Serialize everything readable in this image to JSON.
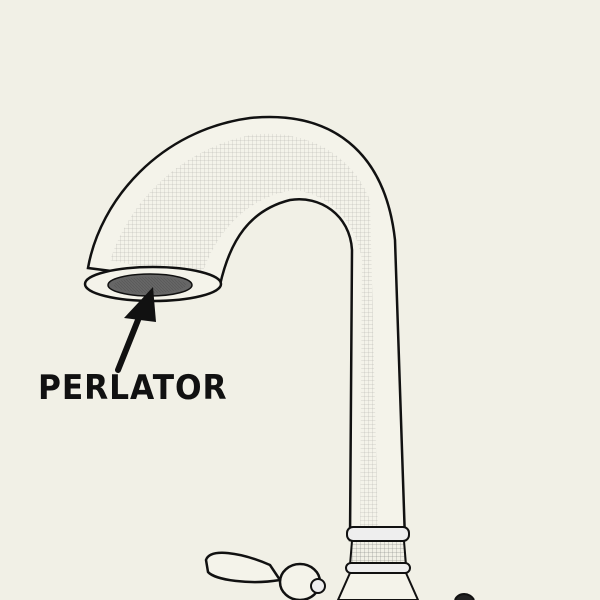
{
  "illustration": {
    "subject": "gooseneck faucet line drawing",
    "background_color": "#f1f0e6",
    "ink_color": "#111111"
  },
  "annotation": {
    "label": "PERLATOR",
    "points_to": "aerator at spout tip"
  }
}
